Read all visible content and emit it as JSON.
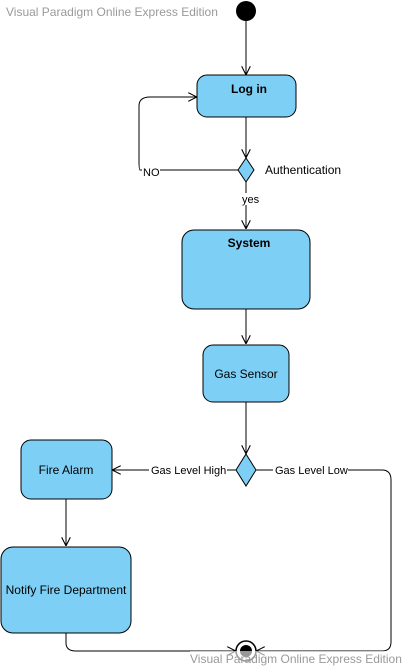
{
  "watermark_top": "Visual Paradigm Online Express Edition",
  "watermark_bottom": "Visual Paradigm Online Express Edition",
  "nodes": {
    "login": "Log in",
    "system": "System",
    "gas_sensor": "Gas Sensor",
    "fire_alarm": "Fire Alarm",
    "notify": "Notify Fire Department"
  },
  "decisions": {
    "authentication": "Authentication"
  },
  "edge_labels": {
    "no": "NO",
    "yes": "yes",
    "gas_high": "Gas Level High",
    "gas_low": "Gas Level Low"
  },
  "colors": {
    "node_fill": "#7dcff5",
    "stroke": "#000000"
  }
}
